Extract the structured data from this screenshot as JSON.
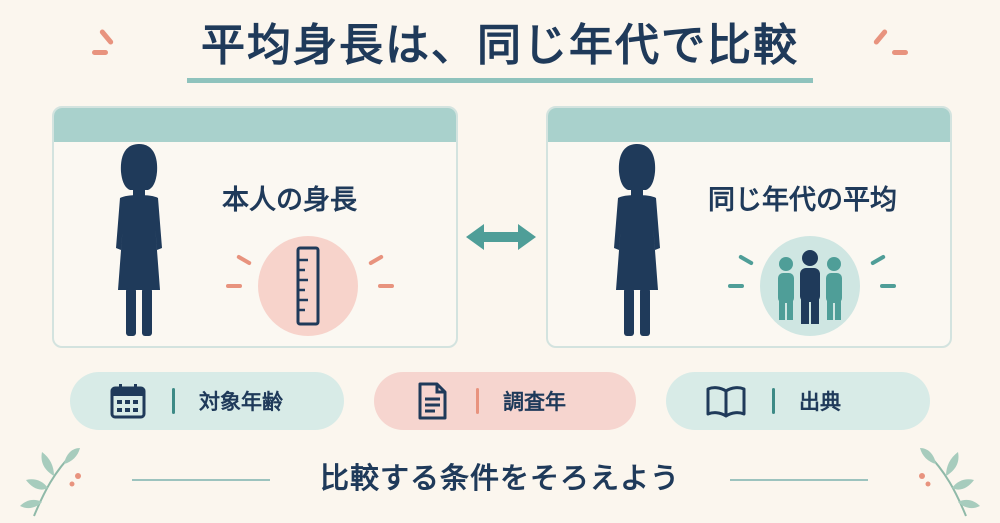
{
  "title": "平均身長は、同じ年代で比較",
  "left_card": {
    "label": "本人の身長",
    "icon": "ruler-icon"
  },
  "right_card": {
    "label": "同じ年代の平均",
    "icon": "group-icon"
  },
  "compare_arrow": "double-arrow-icon",
  "conditions": [
    {
      "label": "対象年齢",
      "icon": "calendar-icon",
      "bg": "#d8ebe7"
    },
    {
      "label": "調査年",
      "icon": "document-icon",
      "bg": "#f6d5cf"
    },
    {
      "label": "出典",
      "icon": "book-icon",
      "bg": "#d8ebe7"
    }
  ],
  "footer": "比較する条件をそろえよう",
  "colors": {
    "navy": "#1f3a5a",
    "teal": "#4f9e98",
    "coral": "#e8937e",
    "bg": "#fbf6ee"
  }
}
